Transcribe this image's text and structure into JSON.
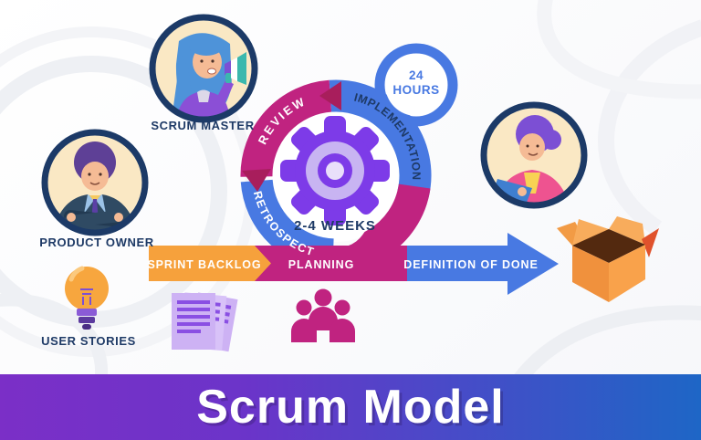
{
  "banner": {
    "title": "Scrum Model",
    "color_left": "#7B2FC7",
    "color_right": "#1E66C6"
  },
  "roles": {
    "scrum_master": "SCRUM MASTER",
    "product_owner": "PRODUCT OWNER"
  },
  "artifacts": {
    "user_stories": "USER STORIES"
  },
  "cycle": {
    "review": "REVIEW",
    "implementation": "IMPLEMENTATION",
    "retrospect": "RETROSPECT",
    "sprint_length": "2-4 WEEKS",
    "daily_cycle_line1": "24",
    "daily_cycle_line2": "HOURS"
  },
  "flow": {
    "sprint_backlog": "SPRINT BACKLOG",
    "planning": "PLANNING",
    "definition_of_done": "DEFINITION OF DONE"
  },
  "icons": {
    "gear": "gear-icon",
    "megaphone": "megaphone-icon",
    "lightbulb": "lightbulb-icon",
    "documents": "documents-icon",
    "team": "team-icon",
    "laptop": "laptop-icon",
    "open_box": "open-box-icon"
  },
  "colors": {
    "magenta": "#C02380",
    "blue": "#4879E2",
    "orange": "#F6A13C",
    "navy": "#1E3A66",
    "chevron_crimson": "#A81E5C",
    "gear_purple": "#7D3BE8",
    "gear_lavender": "#C8B4F2",
    "avatar_border": "#1C3A67",
    "avatar_bg": "#FAE8C4"
  }
}
